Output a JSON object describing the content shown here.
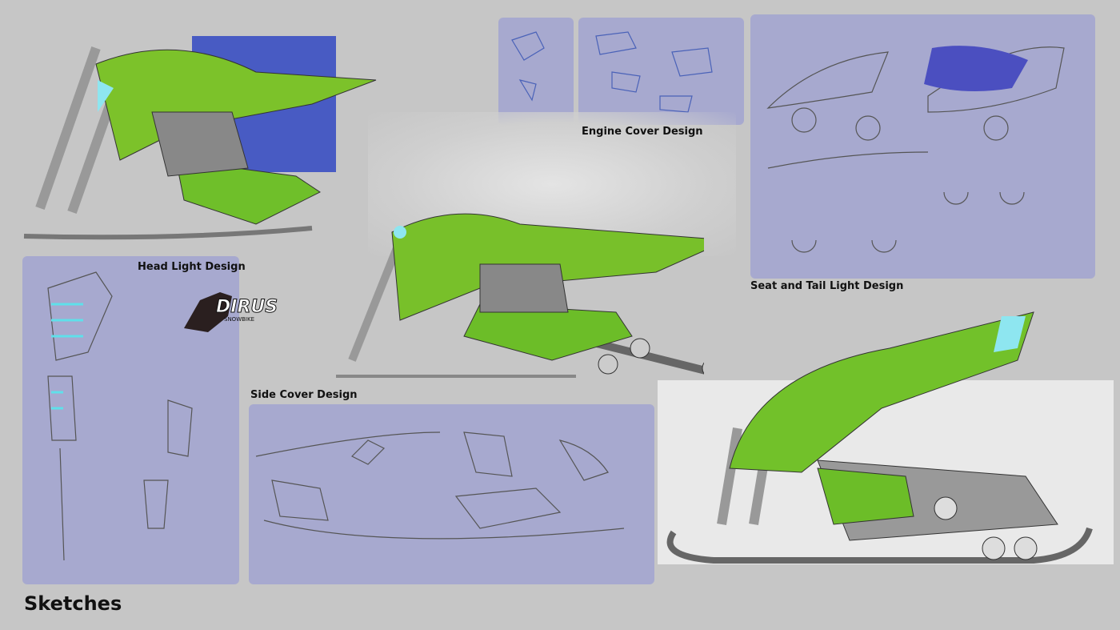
{
  "labels": {
    "engine_cover": "Engine Cover Design",
    "seat_tail": "Seat and Tail Light Design",
    "head_light": "Head Light Design",
    "side_cover": "Side Cover Design"
  },
  "title": "Sketches",
  "logo": {
    "name": "DIRUS",
    "tagline": "SNOWBIKE"
  },
  "colors": {
    "background": "#c6c6c6",
    "panel": "#a7a9cf",
    "accent_green": "#6fbf2a",
    "light_blue": "#8ee6f0"
  }
}
